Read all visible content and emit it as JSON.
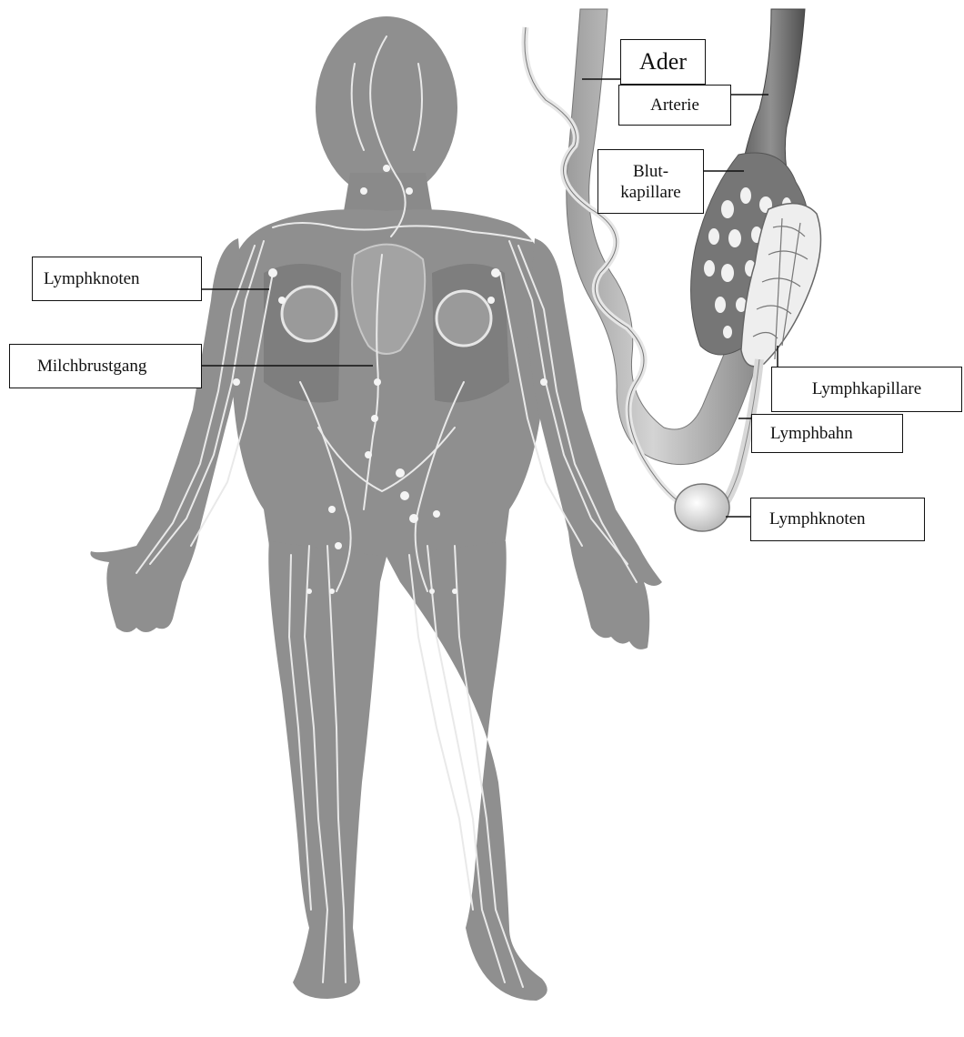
{
  "labels": {
    "lymphknoten_left": "Lymphknoten",
    "milchbrustgang": "Milchbrustgang",
    "ader": "Ader",
    "arterie": "Arterie",
    "blutkapillare_line1": "Blut-",
    "blutkapillare_line2": "kapillare",
    "lymphkapillare": "Lymphkapillare",
    "lymphbahn": "Lymphbahn",
    "lymphknoten_right": "Lymphknoten"
  },
  "colors": {
    "body_fill": "#8f8f8f",
    "lymph_vessels": "#f0f0f0",
    "vein_fill": "#b5b5b5",
    "artery_fill": "#6e6e6e",
    "capillary_fill": "#7a7a7a",
    "label_border": "#111111"
  }
}
